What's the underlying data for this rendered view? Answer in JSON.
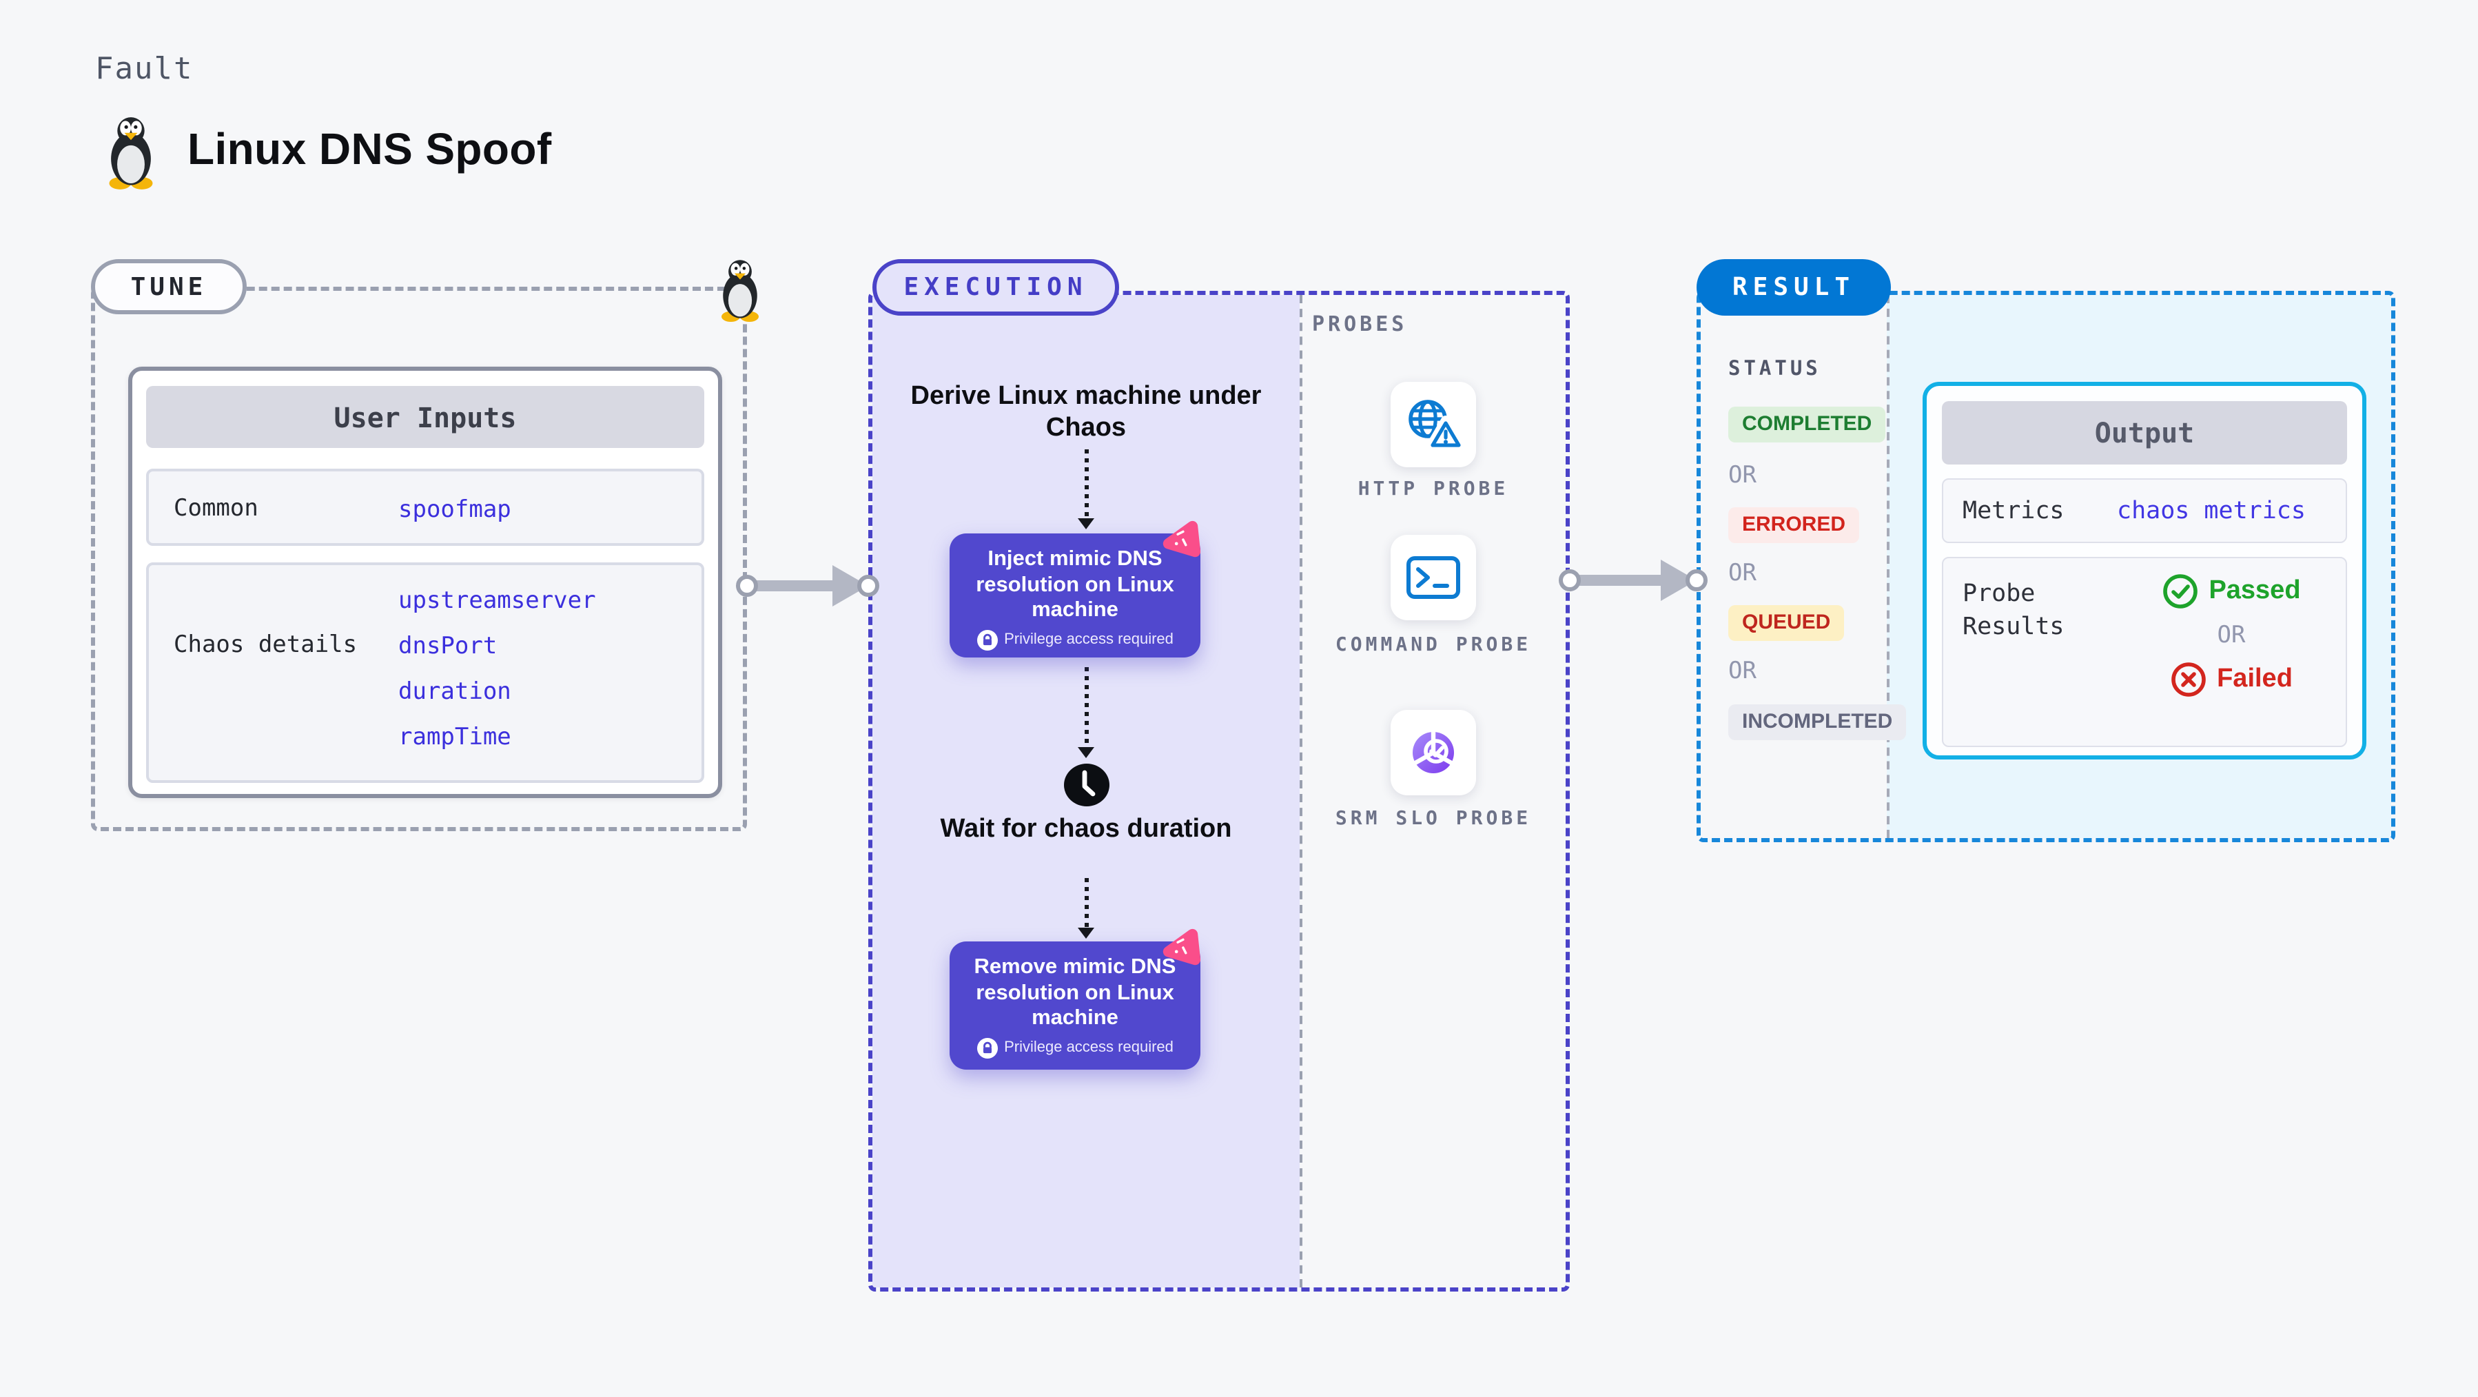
{
  "page": {
    "background": "#f6f7f9",
    "kicker": "Fault",
    "title": "Linux DNS Spoof"
  },
  "tune": {
    "label": "TUNE",
    "user_inputs": {
      "title": "User Inputs",
      "rows": [
        {
          "label": "Common",
          "values": [
            "spoofmap"
          ]
        },
        {
          "label": "Chaos details",
          "values": [
            "upstreamserver",
            "dnsPort",
            "duration",
            "rampTime"
          ]
        }
      ]
    }
  },
  "execution": {
    "label": "EXECUTION",
    "entry_text": "Derive Linux machine under Chaos",
    "inject_step": {
      "title": "Inject mimic DNS resolution on Linux machine",
      "badge": "Privilege access required"
    },
    "wait_text": "Wait for chaos duration",
    "remove_step": {
      "title": "Remove mimic DNS resolution on Linux machine",
      "badge": "Privilege access required"
    },
    "probes": {
      "label": "PROBES",
      "items": [
        {
          "name": "HTTP PROBE",
          "icon": "http-probe-icon"
        },
        {
          "name": "COMMAND PROBE",
          "icon": "command-probe-icon"
        },
        {
          "name": "SRM SLO PROBE",
          "icon": "srm-slo-probe-icon"
        }
      ]
    }
  },
  "result": {
    "label": "RESULT",
    "status": {
      "label": "STATUS",
      "or": "OR",
      "badges": [
        {
          "text": "COMPLETED",
          "fg": "#1d7d31",
          "bg": "#ddf0dc"
        },
        {
          "text": "ERRORED",
          "fg": "#d2241d",
          "bg": "#fcebea"
        },
        {
          "text": "QUEUED",
          "fg": "#bf261e",
          "bg": "#fdf0c4"
        },
        {
          "text": "INCOMPLETED",
          "fg": "#63667d",
          "bg": "#eaebf1"
        }
      ]
    },
    "output": {
      "title": "Output",
      "metrics_label": "Metrics",
      "metrics_value": "chaos metrics",
      "probe_results_label": "Probe Results",
      "passed": "Passed",
      "or": "OR",
      "failed": "Failed"
    }
  },
  "colors": {
    "execution_accent": "#4a43c8",
    "execution_fill": "#e4e3fa",
    "result_pill": "#0277d4",
    "result_border": "#1787da",
    "result_fill": "#e8f6fd",
    "output_border": "#12b0e6",
    "step_purple": "#5148ce",
    "chaos_pink": "#fa4e8a",
    "probe_blue": "#0d7bd2",
    "srm_purple": "#8b5cf6",
    "value_blue": "#3b2fdd",
    "passed_green": "#1ea32b",
    "failed_red": "#d3261e",
    "arrow_gray": "#b3b7c4"
  },
  "icons": {
    "tux": "tux-penguin-icon",
    "lock": "lock-icon",
    "chaos": "chaos-fault-icon",
    "clock": "clock-icon",
    "passed": "check-circle-icon",
    "failed": "x-circle-icon"
  }
}
